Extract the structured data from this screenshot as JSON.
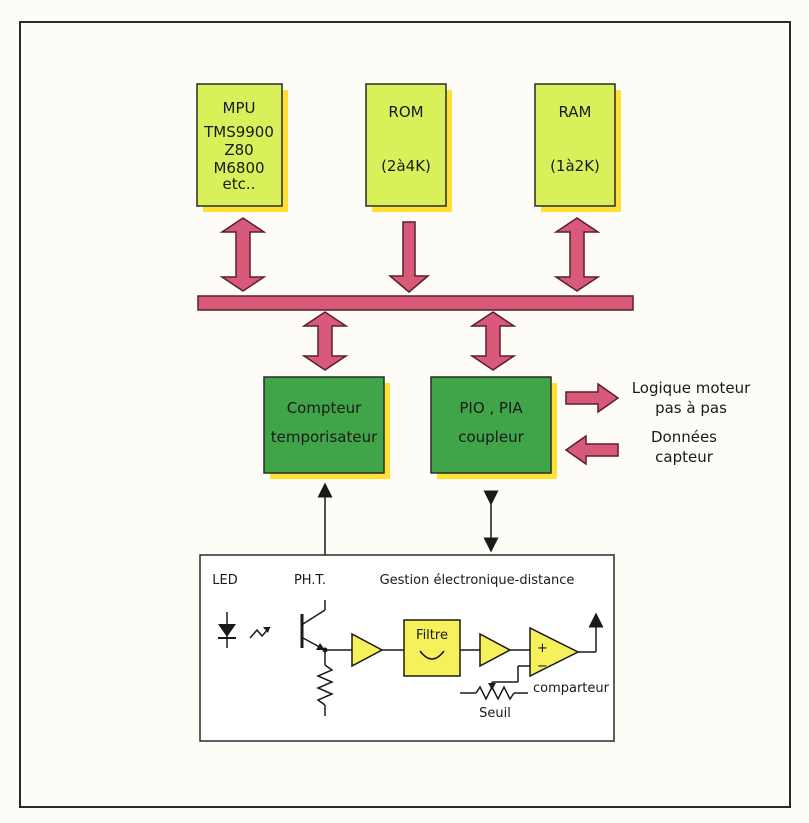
{
  "colors": {
    "page_bg": "#fdfcf6",
    "border": "#2a2a2a",
    "chip_fill": "#d9f05a",
    "chip_shadow": "#ffe033",
    "periph_fill": "#3fa548",
    "periph_shadow": "#ffe033",
    "bus_fill": "#d85a78",
    "bus_stroke": "#5a1f2a",
    "panel_fill": "#ffffff",
    "filter_fill": "#f6f05a"
  },
  "blocks": {
    "mpu": {
      "lines": [
        "MPU",
        "TMS9900",
        "Z80",
        "M6800",
        "etc.."
      ]
    },
    "rom": {
      "lines": [
        "ROM",
        "(2à4K)"
      ]
    },
    "ram": {
      "lines": [
        "RAM",
        "(1à2K)"
      ]
    },
    "compteur": {
      "lines": [
        "Compteur",
        "temporisateur"
      ]
    },
    "pio": {
      "lines": [
        "PIO  ,  PIA",
        "coupleur"
      ]
    }
  },
  "io_labels": {
    "out_line1": "Logique moteur",
    "out_line2": "pas à pas",
    "in_line1": "Données",
    "in_line2": "capteur"
  },
  "circuit": {
    "led": "LED",
    "pht": "PH.T.",
    "title": "Gestion électronique-distance",
    "filtre": "Filtre",
    "comparateur": "comparteur",
    "seuil": "Seuil",
    "plus": "+",
    "minus": "−"
  }
}
